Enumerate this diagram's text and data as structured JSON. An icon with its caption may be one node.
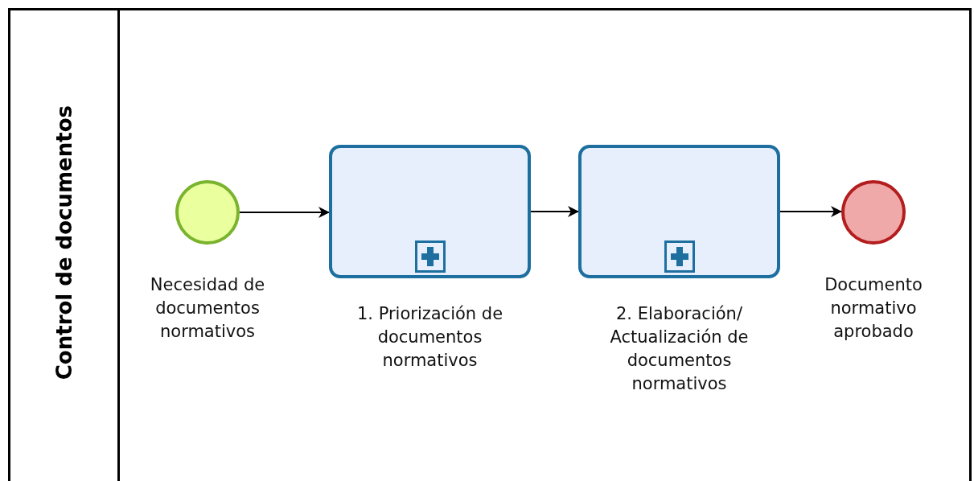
{
  "diagram": {
    "nodes": [
      {
        "text": [
          "Control de documentos"
        ]
      },
      {
        "text": [
          "Necesidad de documentos normativos"
        ],
        "in": 0
      },
      {
        "text": [
          "1. Priorización de documentos normativos"
        ],
        "in": 0
      },
      {
        "text": [
          "2. Elaboración/ Actualización de documentos normativos"
        ],
        "in": 0
      },
      {
        "text": [
          "Documento normativo aprobado"
        ],
        "in": 0
      }
    ],
    "edges": [
      {
        "from": 1,
        "to": 2,
        "arrow": "to"
      },
      {
        "from": 2,
        "to": 3,
        "arrow": "to"
      },
      {
        "from": 3,
        "to": 4,
        "arrow": "to"
      }
    ]
  }
}
